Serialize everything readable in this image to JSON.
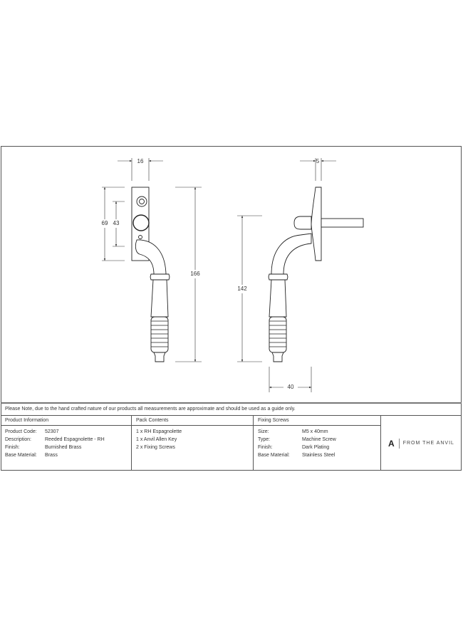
{
  "drawing": {
    "front_view": {
      "width_dim": "16",
      "plate_height_dim": "69",
      "centres_dim": "43",
      "overall_height_dim": "166"
    },
    "side_view": {
      "plate_thickness_dim": "5",
      "handle_height_dim": "142",
      "projection_dim": "40"
    }
  },
  "note": "Please Note, due to the hand crafted nature of our products all measurements are approximate and should be used as a guide only.",
  "product_info": {
    "header": "Product Information",
    "rows": [
      {
        "label": "Product Code:",
        "value": "52307"
      },
      {
        "label": "Description:",
        "value": "Reeded Espagnolette - RH"
      },
      {
        "label": "Finish:",
        "value": "Burnished Brass"
      },
      {
        "label": "Base Material:",
        "value": "Brass"
      }
    ]
  },
  "pack_contents": {
    "header": "Pack Contents",
    "items": [
      "1 x RH Espagnolette",
      "1 x Anvil Allen Key",
      "2 x Fixing Screws"
    ]
  },
  "fixing_screws": {
    "header": "Fixing Screws",
    "rows": [
      {
        "label": "Size:",
        "value": "M5 x 40mm"
      },
      {
        "label": "Type:",
        "value": "Machine Screw"
      },
      {
        "label": "Finish:",
        "value": "Dark Plating"
      },
      {
        "label": "Base Material:",
        "value": "Stainless Steel"
      }
    ]
  },
  "brand": {
    "name": "FROM THE ANVIL",
    "mark": "A"
  }
}
